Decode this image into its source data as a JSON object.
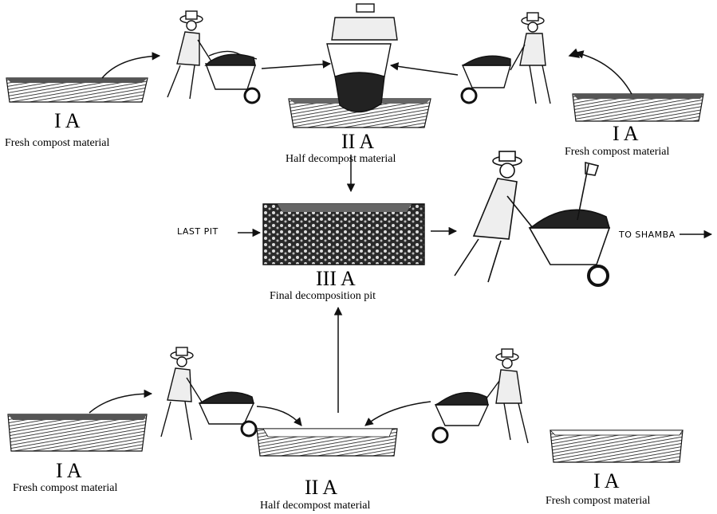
{
  "pits": {
    "top_left": {
      "label": "I A",
      "caption": "Fresh compost material"
    },
    "top_center": {
      "label": "II A",
      "caption": "Half decompost material"
    },
    "top_right": {
      "label": "I A",
      "caption": "Fresh compost material"
    },
    "final": {
      "label": "III A",
      "caption": "Final decomposition pit"
    },
    "bottom_left": {
      "label": "I A",
      "caption": "Fresh compost material"
    },
    "bottom_center": {
      "label": "II A",
      "caption": "Half decompost material"
    },
    "bottom_right": {
      "label": "I A",
      "caption": "Fresh compost material"
    }
  },
  "handwritten": {
    "last_pit": "LAST PIT",
    "to_shamba": "TO SHAMBA"
  }
}
